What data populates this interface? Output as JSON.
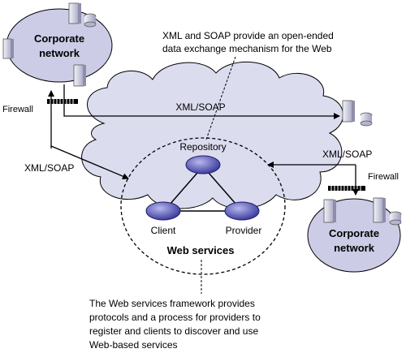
{
  "corporate_network_top": {
    "line1": "Corporate",
    "line2": "network"
  },
  "corporate_network_bottom": {
    "line1": "Corporate",
    "line2": "network"
  },
  "firewall_left": "Firewall",
  "firewall_right": "Firewall",
  "xml_soap_top": "XML/SOAP",
  "xml_soap_left": "XML/SOAP",
  "xml_soap_right": "XML/SOAP",
  "callout_top": {
    "line1": "XML and SOAP provide an open-ended",
    "line2": "data exchange mechanism for the Web"
  },
  "callout_bottom": {
    "line1": "The Web services framework provides",
    "line2": "protocols and a process for providers to",
    "line3": "register and clients to discover and use",
    "line4": "Web-based services"
  },
  "web_services": {
    "repository": "Repository",
    "client": "Client",
    "provider": "Provider",
    "title": "Web services"
  },
  "colors": {
    "cloud_fill": "#dcdcef",
    "network_fill": "#cccce6",
    "node_fill": "#5b5bb8",
    "server_fill": "#e6e6f0"
  }
}
